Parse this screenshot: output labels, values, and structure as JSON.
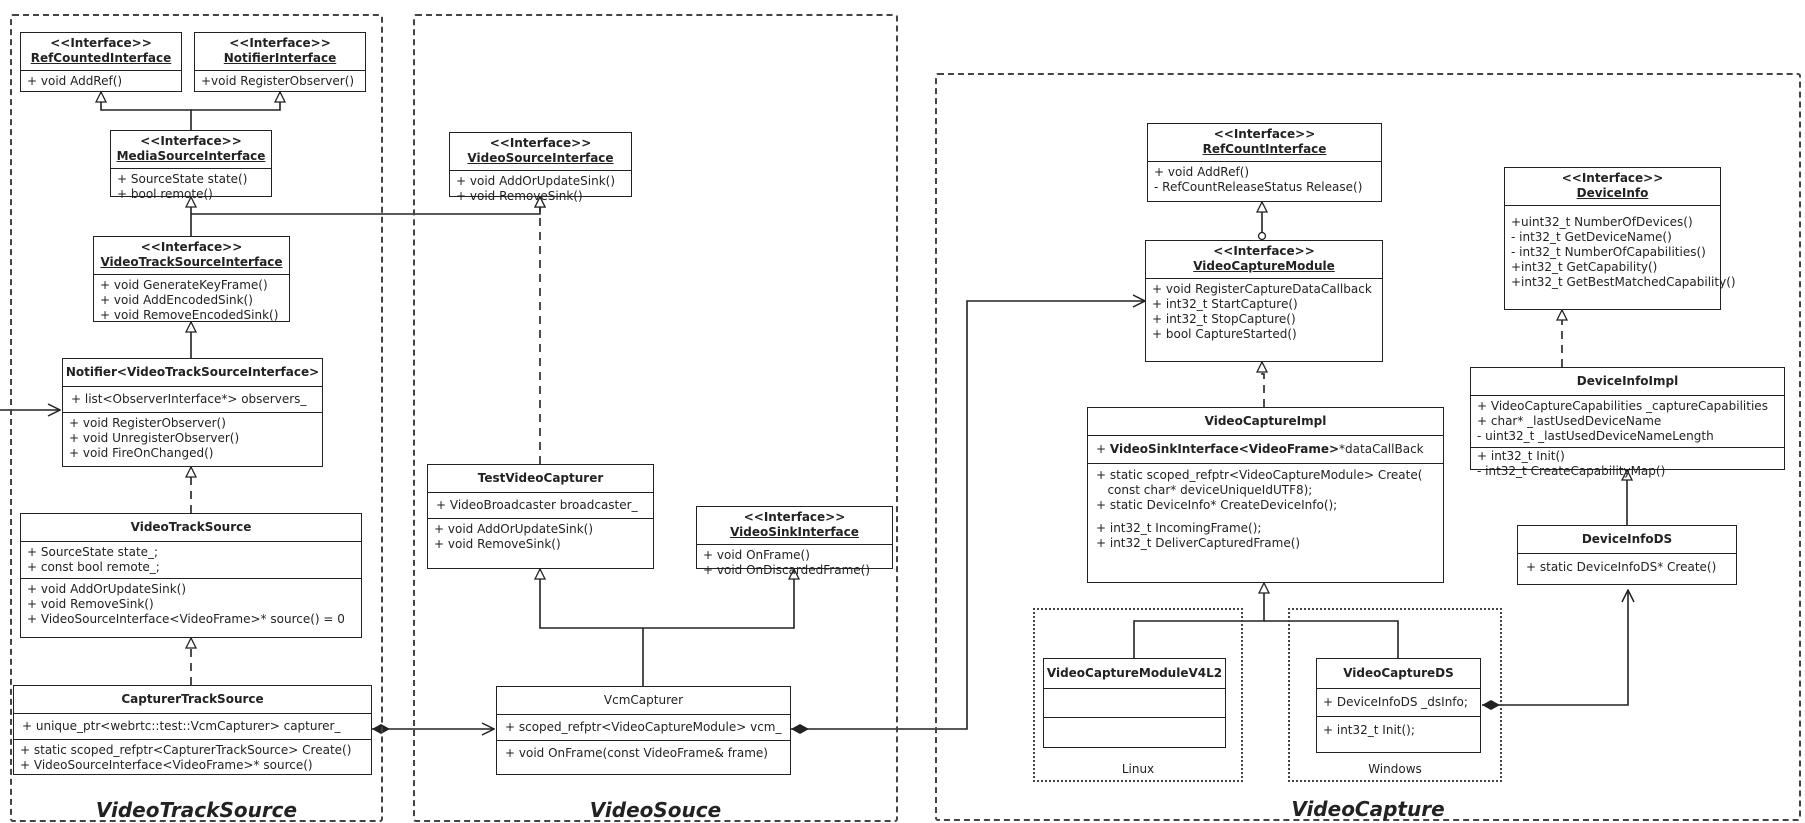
{
  "packages": {
    "video_track_source": "VideoTrackSource",
    "video_source": "VideoSouce",
    "video_capture": "VideoCapture",
    "linux": "Linux",
    "windows": "Windows"
  },
  "stereotype": "<<Interface>>",
  "classes": {
    "ref_counted": {
      "stereotype": "<<Interface>>",
      "name": "RefCountedInterface",
      "methods": [
        "+ void AddRef()"
      ]
    },
    "notifier_iface": {
      "stereotype": "<<Interface>>",
      "name": "NotifierInterface",
      "methods": [
        "+void RegisterObserver()"
      ]
    },
    "media_source": {
      "stereotype": "<<Interface>>",
      "name": "MediaSourceInterface",
      "methods": [
        "+ SourceState state()",
        "+ bool remote()"
      ]
    },
    "vts_iface": {
      "stereotype": "<<Interface>>",
      "name": "VideoTrackSourceInterface",
      "methods": [
        "+ void GenerateKeyFrame()",
        "+ void AddEncodedSink()",
        "+ void RemoveEncodedSink()"
      ]
    },
    "notifier_vts": {
      "name": "Notifier<VideoTrackSourceInterface>",
      "attrs": [
        "+ list<ObserverInterface*> observers_"
      ],
      "methods": [
        "+ void RegisterObserver()",
        "+ void UnregisterObserver()",
        "+ void FireOnChanged()"
      ]
    },
    "video_track_source": {
      "name": "VideoTrackSource",
      "attrs": [
        "+ SourceState state_;",
        "+ const bool remote_;"
      ],
      "methods": [
        "+ void AddOrUpdateSink()",
        "+ void RemoveSink()",
        "+ VideoSourceInterface<VideoFrame>* source() = 0"
      ]
    },
    "capturer_track_source": {
      "name": "CapturerTrackSource",
      "attrs": [
        "+ unique_ptr<webrtc::test::VcmCapturer> capturer_"
      ],
      "methods": [
        "+ static scoped_refptr<CapturerTrackSource> Create()",
        "+ VideoSourceInterface<VideoFrame>* source()"
      ]
    },
    "video_source_iface": {
      "stereotype": "<<Interface>>",
      "name": "VideoSourceInterface",
      "methods": [
        "+ void AddOrUpdateSink()",
        "+ void RemoveSink()"
      ]
    },
    "test_video_capturer": {
      "name": "TestVideoCapturer",
      "attrs": [
        "+ VideoBroadcaster broadcaster_"
      ],
      "methods": [
        "+ void AddOrUpdateSink()",
        "+ void RemoveSink()"
      ]
    },
    "video_sink_iface": {
      "stereotype": "<<Interface>>",
      "name": "VideoSinkInterface",
      "methods": [
        "+ void OnFrame()",
        "+ void OnDiscardedFrame()"
      ]
    },
    "vcm_capturer": {
      "name": "VcmCapturer",
      "attrs": [
        "+ scoped_refptr<VideoCaptureModule> vcm_"
      ],
      "methods": [
        "+ void OnFrame(const VideoFrame& frame)"
      ]
    },
    "ref_count_iface": {
      "stereotype": "<<Interface>>",
      "name": "RefCountInterface",
      "methods": [
        "+ void AddRef()",
        "-  RefCountReleaseStatus Release()"
      ]
    },
    "video_capture_module": {
      "stereotype": "<<Interface>>",
      "name": "VideoCaptureModule",
      "methods": [
        "+ void RegisterCaptureDataCallback",
        "+ int32_t StartCapture()",
        "+ int32_t StopCapture()",
        "+ bool CaptureStarted()"
      ]
    },
    "device_info": {
      "stereotype": "<<Interface>>",
      "name": "DeviceInfo",
      "methods": [
        "+uint32_t NumberOfDevices()",
        "- int32_t GetDeviceName()",
        "- int32_t NumberOfCapabilities()",
        "+int32_t GetCapability()",
        "+int32_t GetBestMatchedCapability()"
      ]
    },
    "video_capture_impl": {
      "name": "VideoCaptureImpl",
      "attr_prefix": "+ ",
      "attr_bold": "VideoSinkInterface<VideoFrame>",
      "attr_rest": "*dataCallBack",
      "methods_a": [
        "+ static scoped_refptr<VideoCaptureModule> Create(",
        "   const char* deviceUniqueIdUTF8);",
        "+ static DeviceInfo* CreateDeviceInfo();"
      ],
      "methods_b": [
        "+ int32_t IncomingFrame();",
        "+ int32_t DeliverCapturedFrame()"
      ]
    },
    "device_info_impl": {
      "name": "DeviceInfoImpl",
      "attrs": [
        "+ VideoCaptureCapabilities _captureCapabilities",
        "+ char* _lastUsedDeviceName",
        "-  uint32_t _lastUsedDeviceNameLength"
      ],
      "methods": [
        "+ int32_t Init()",
        "-  int32_t CreateCapabilityMap()"
      ]
    },
    "device_info_ds": {
      "name": "DeviceInfoDS",
      "methods": [
        "+ static DeviceInfoDS* Create()"
      ]
    },
    "v4l2": {
      "name": "VideoCaptureModuleV4L2"
    },
    "video_capture_ds": {
      "name": "VideoCaptureDS",
      "attrs": [
        "+ DeviceInfoDS _dsInfo;"
      ],
      "methods": [
        "+ int32_t Init();"
      ]
    }
  }
}
